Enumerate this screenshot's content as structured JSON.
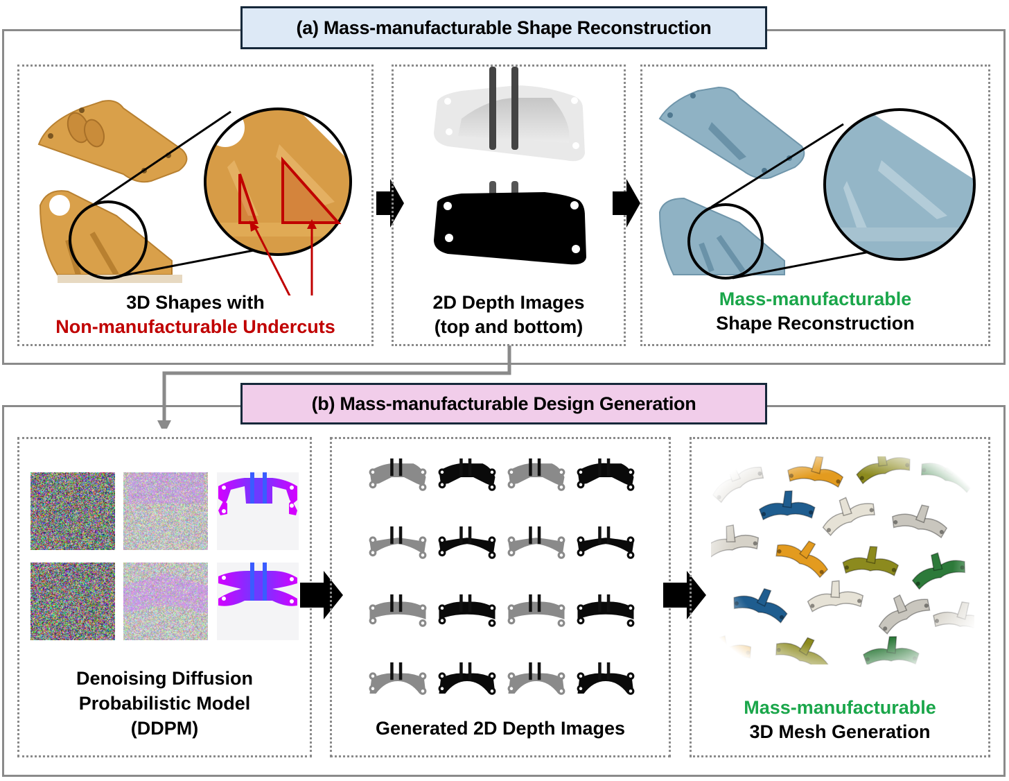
{
  "section_a": {
    "title": "(a) Mass-manufacturable Shape Reconstruction",
    "title_bg": "#dde9f6",
    "panels": [
      {
        "caption_line1": "3D Shapes with",
        "caption_line2": "Non-manufacturable Undercuts",
        "caption_line2_color": "#c00000",
        "part_color": "#d9a04a"
      },
      {
        "caption_line1": "2D Depth Images",
        "caption_line2": "(top and bottom)"
      },
      {
        "caption_line1": "Mass-manufacturable",
        "caption_line1_color": "#1aa64a",
        "caption_line2": "Shape Reconstruction",
        "part_color": "#8fb2c4"
      }
    ]
  },
  "section_b": {
    "title": "(b) Mass-manufacturable Design Generation",
    "title_bg": "#f1cdea",
    "panels": [
      {
        "caption_line1": "Denoising Diffusion",
        "caption_line2": "Probabilistic Model",
        "caption_line3": "(DDPM)"
      },
      {
        "caption_line1": "Generated 2D Depth Images",
        "grid_rows": 4,
        "grid_cols": 4
      },
      {
        "caption_line1": "Mass-manufacturable",
        "caption_line1_color": "#1aa64a",
        "caption_line2": "3D Mesh Generation",
        "mesh_colors": [
          "#d6d2c8",
          "#e39b1f",
          "#8c8a1e",
          "#2d7a3a",
          "#1f5d8f",
          "#e6e2d6",
          "#c9c6be"
        ]
      }
    ]
  },
  "icons": {
    "flow_arrow": "arrow-right-icon",
    "connector": "connector-arrow-icon"
  }
}
